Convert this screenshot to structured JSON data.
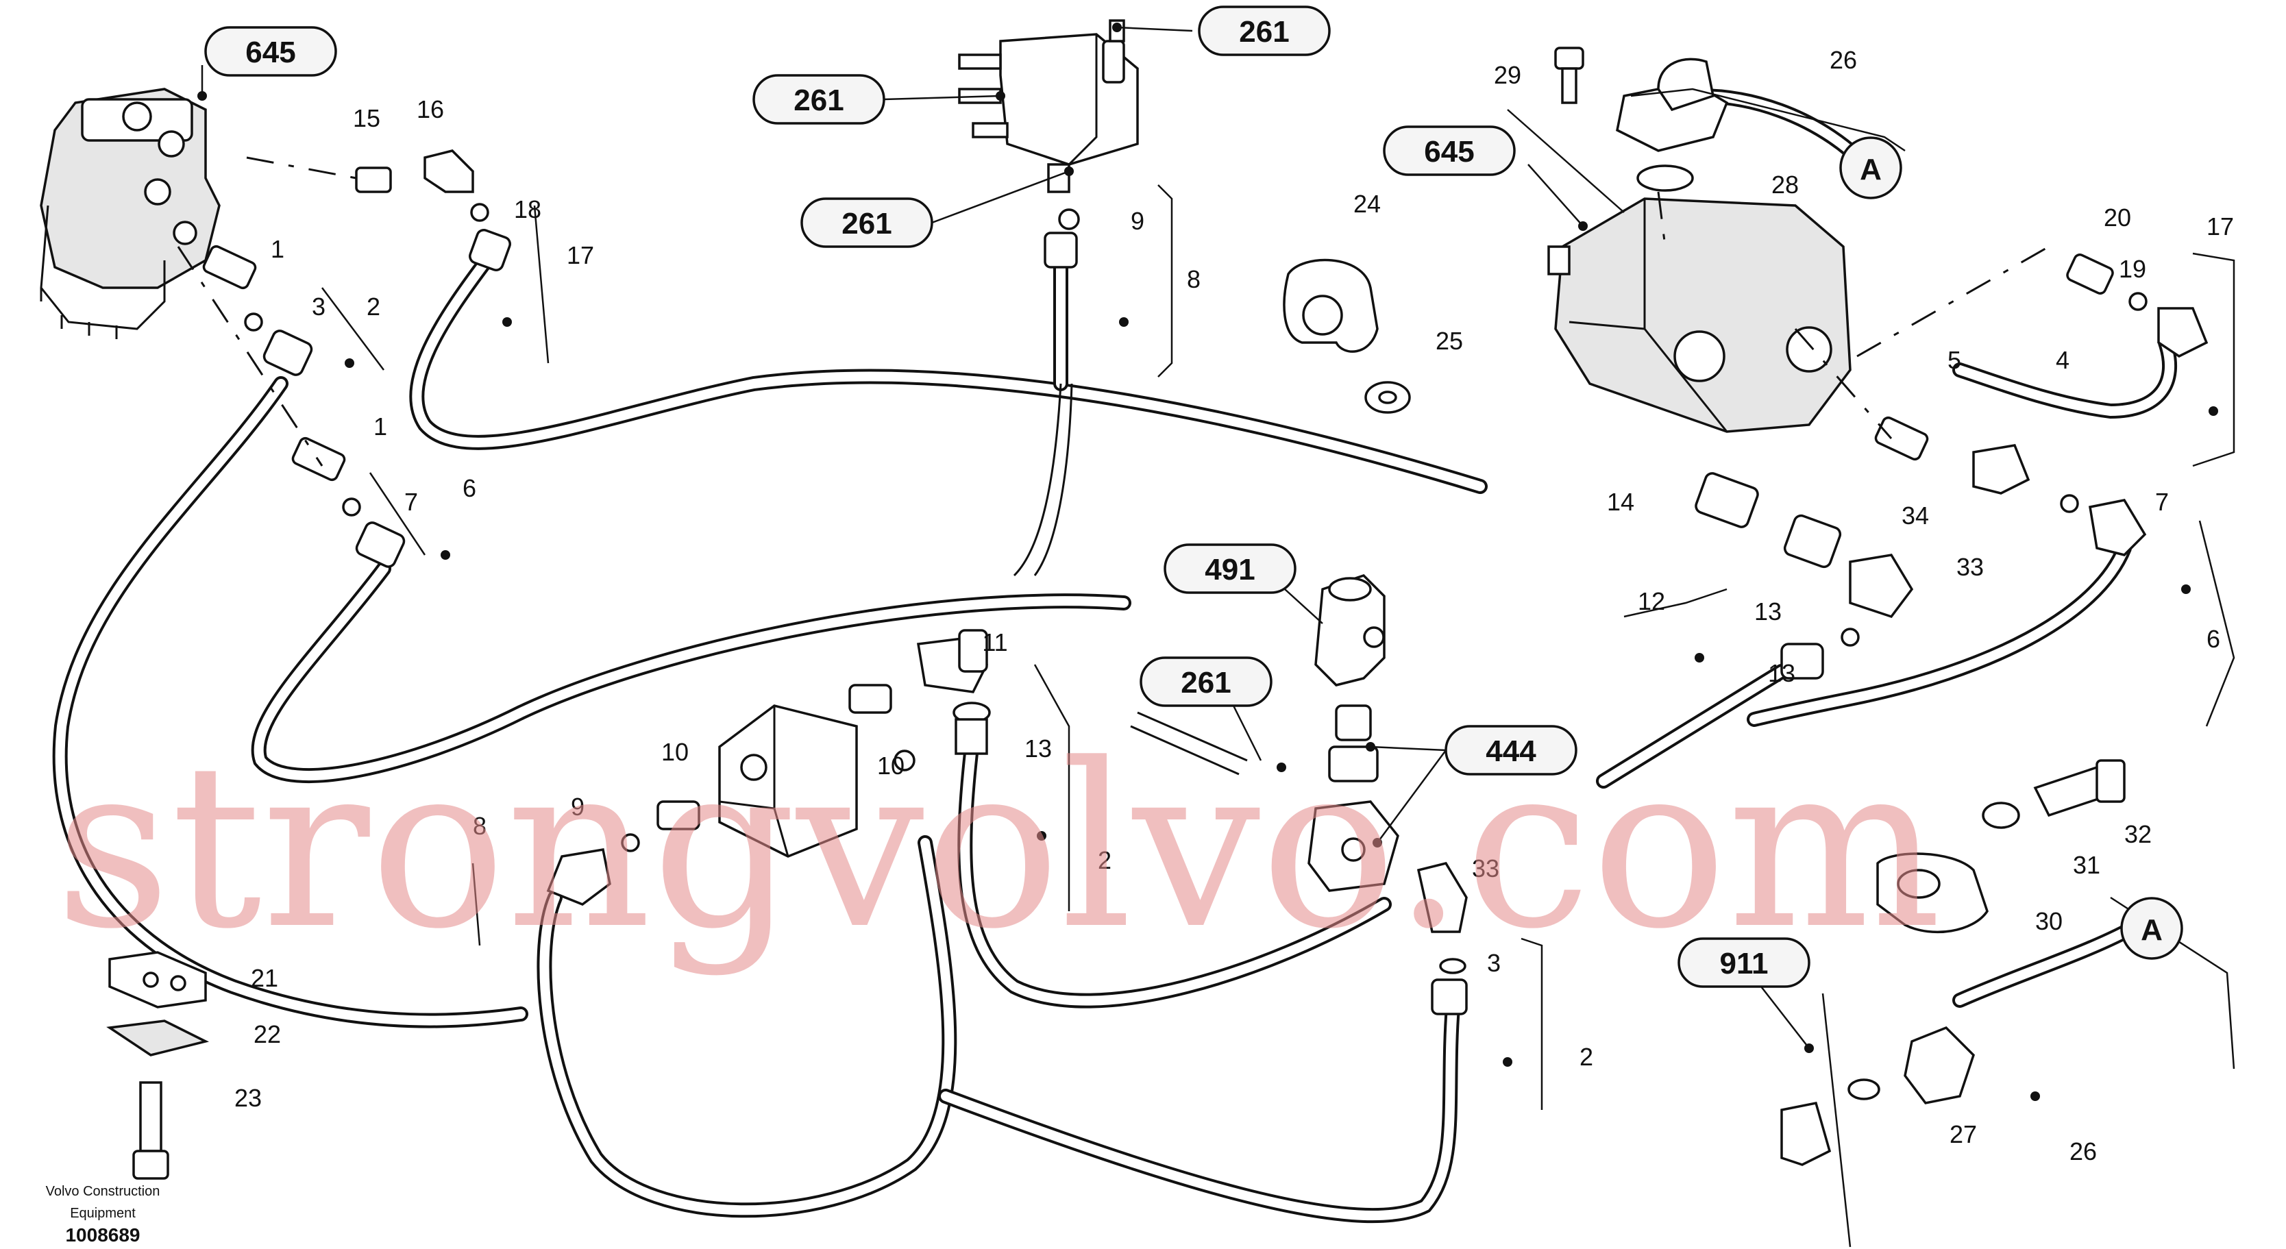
{
  "watermark": "strongvolvo.com",
  "footer": {
    "company_line1": "Volvo Construction",
    "company_line2": "Equipment",
    "drawing_number": "1008689"
  },
  "callouts": {
    "c645_a": "645",
    "c645_b": "645",
    "c261_a": "261",
    "c261_b": "261",
    "c261_c": "261",
    "c261_d": "261",
    "c491": "491",
    "c444": "444",
    "c911": "911",
    "circleA_top": "A",
    "circleA_bottom": "A"
  },
  "labels": {
    "n1_a": "1",
    "n1_b": "1",
    "n2_a": "2",
    "n2_b": "2",
    "n2_c": "2",
    "n3_a": "3",
    "n3_b": "3",
    "n4": "4",
    "n5": "5",
    "n6_a": "6",
    "n6_b": "6",
    "n7_a": "7",
    "n7_b": "7",
    "n8_a": "8",
    "n8_b": "8",
    "n9_a": "9",
    "n9_b": "9",
    "n10_a": "10",
    "n10_b": "10",
    "n11": "11",
    "n12": "12",
    "n13_a": "13",
    "n13_b": "13",
    "n13_c": "13",
    "n14": "14",
    "n15": "15",
    "n16": "16",
    "n17_a": "17",
    "n17_b": "17",
    "n18": "18",
    "n19": "19",
    "n20": "20",
    "n21": "21",
    "n22": "22",
    "n23": "23",
    "n24": "24",
    "n25": "25",
    "n26_a": "26",
    "n26_b": "26",
    "n27": "27",
    "n28": "28",
    "n29": "29",
    "n30": "30",
    "n31": "31",
    "n32": "32",
    "n33_a": "33",
    "n33_b": "33",
    "n34": "34"
  }
}
